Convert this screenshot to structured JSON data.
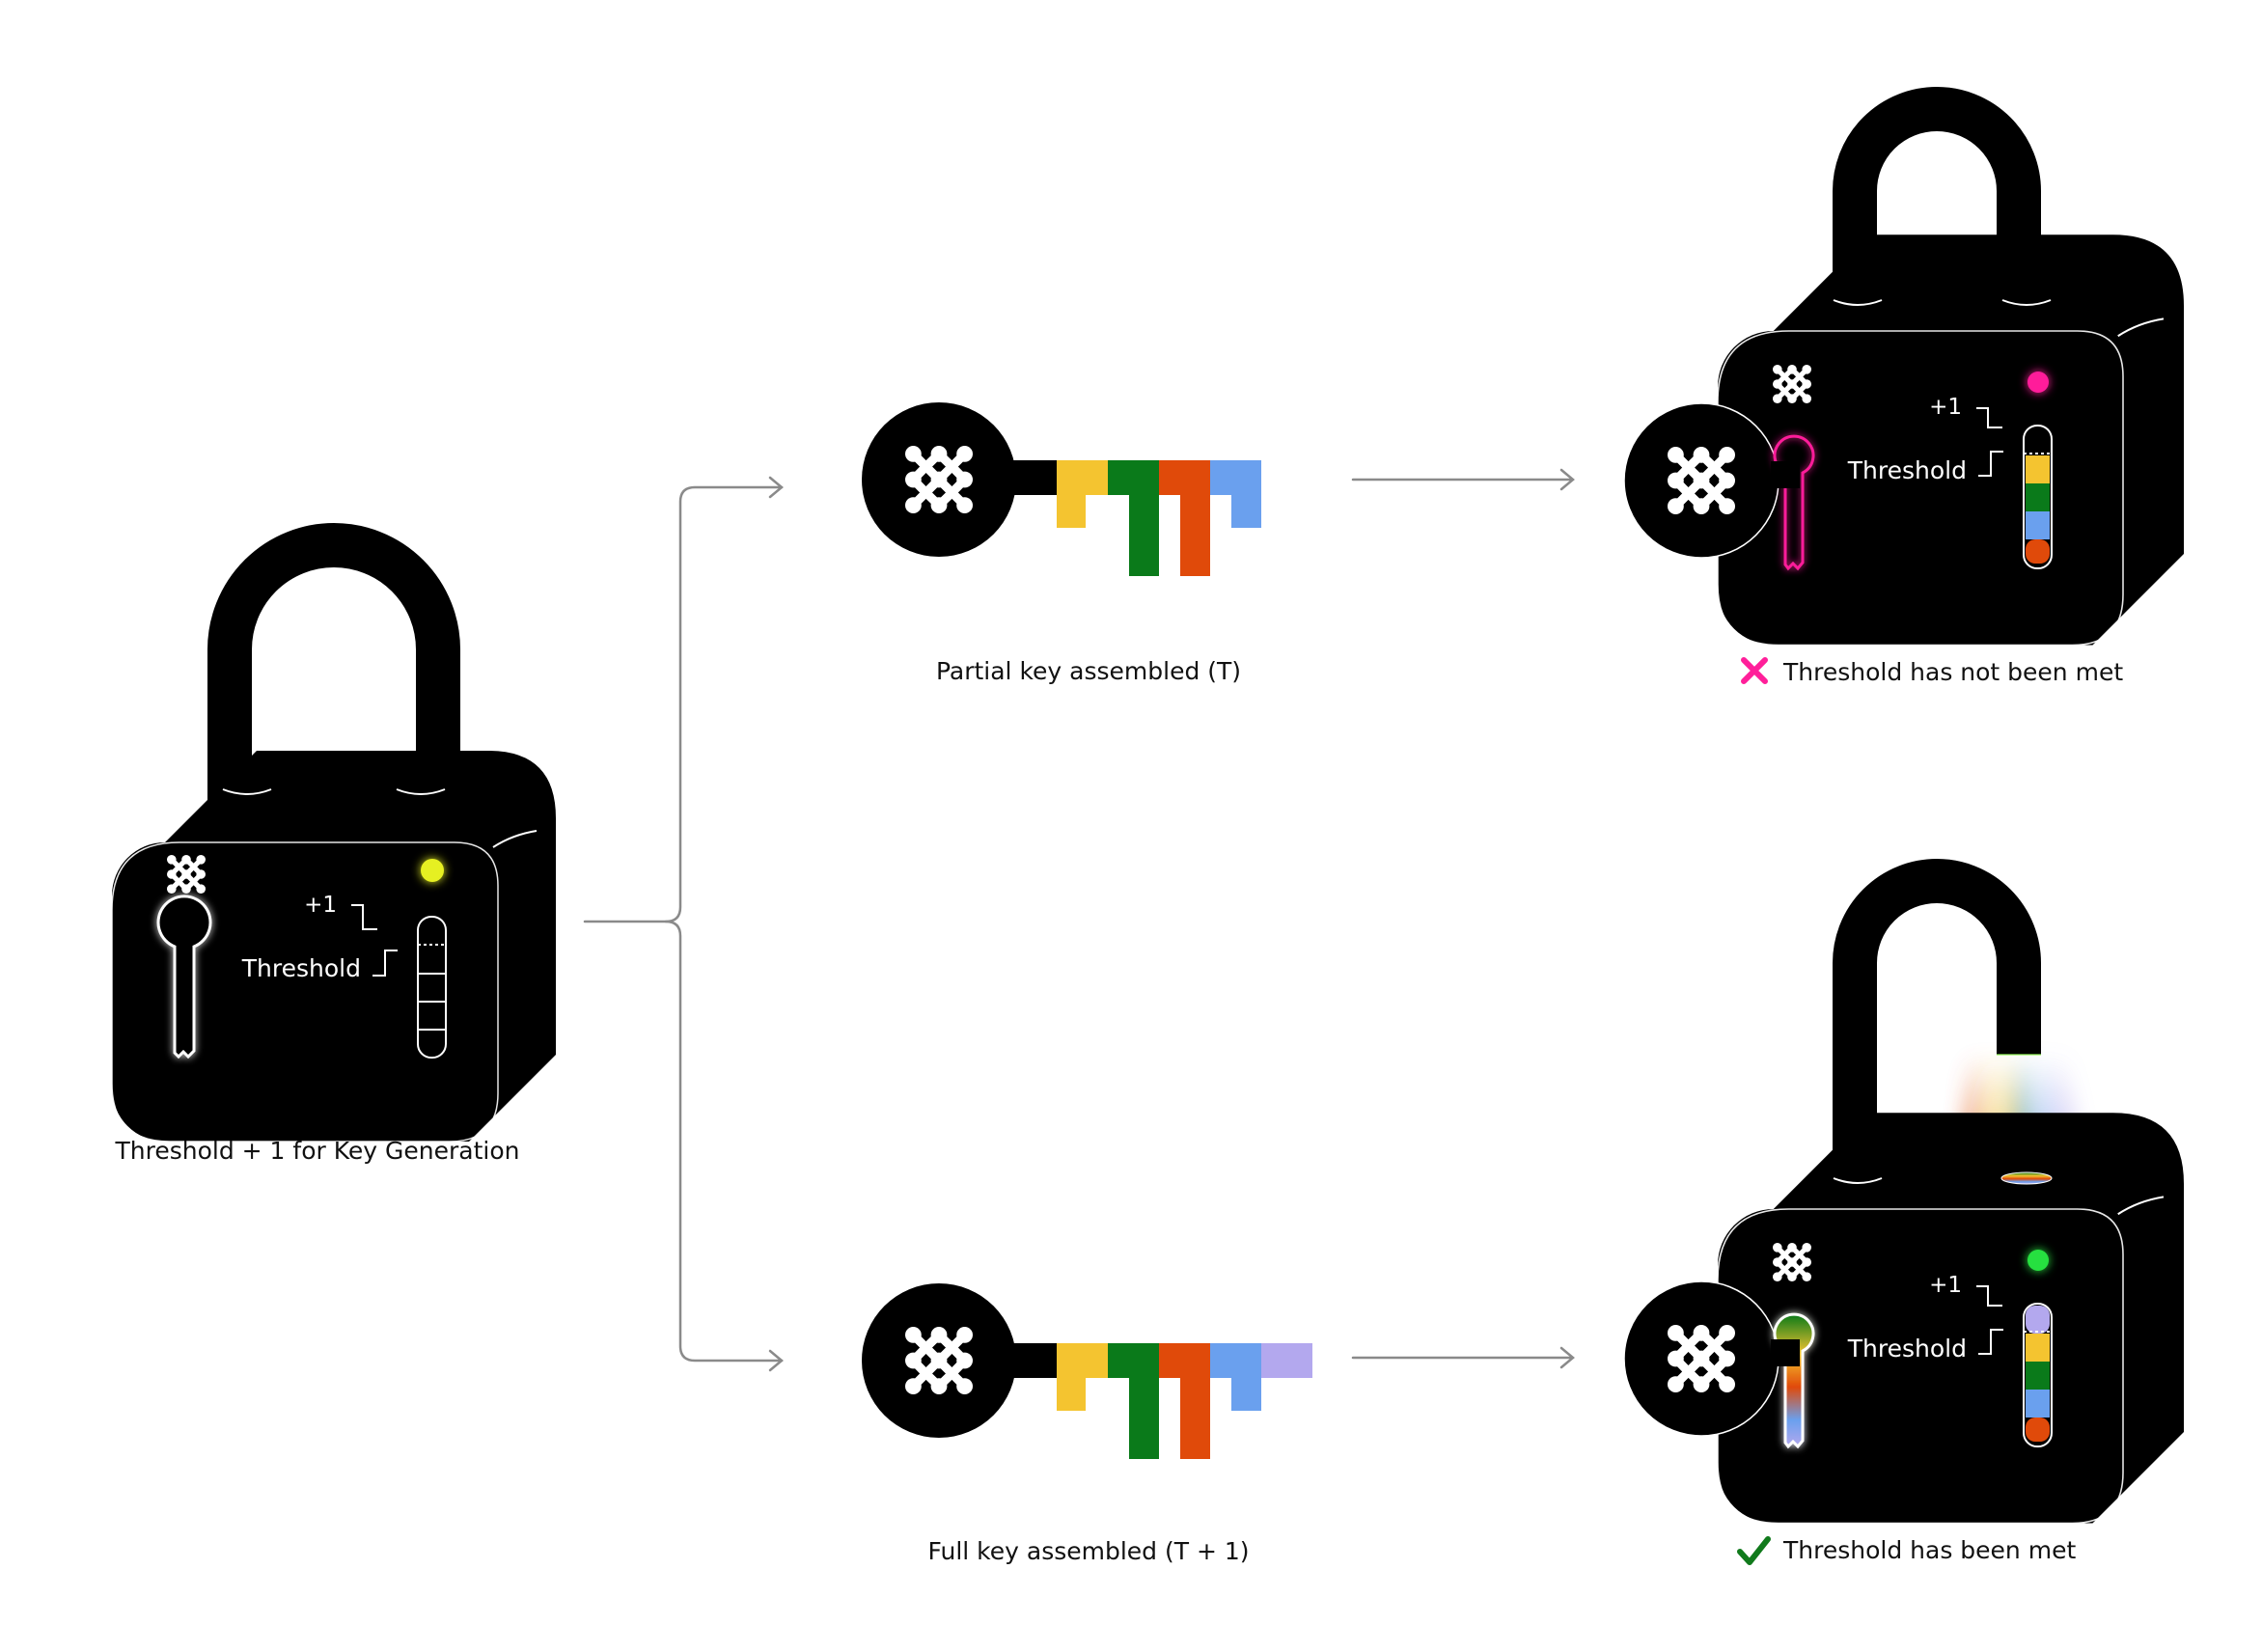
{
  "colors": {
    "background": "#ffffff",
    "lock_body": "#000000",
    "arrow": "#8a8a8a",
    "yellow": "#f4c430",
    "green": "#0a7a1a",
    "orange": "#e04a0a",
    "blue": "#6aa0ee",
    "lavender": "#b3a8ee",
    "led_idle": "#e6f020",
    "led_fail": "#ff1f9a",
    "led_success": "#28e040",
    "fail_mark": "#ff1f9a",
    "success_mark": "#117a1c"
  },
  "initial_lock": {
    "caption": "Threshold + 1 for Key Generation",
    "plus_one_label": "+1",
    "threshold_label": "Threshold",
    "led": "yellow",
    "icons": [
      "logo-icon",
      "keyhole-icon",
      "padlock-icon"
    ]
  },
  "partial_key": {
    "caption": "Partial key assembled (T)",
    "teeth": [
      "yellow",
      "green",
      "orange",
      "blue"
    ]
  },
  "full_key": {
    "caption": "Full key assembled (T + 1)",
    "teeth": [
      "yellow",
      "green",
      "orange",
      "blue",
      "lavender"
    ]
  },
  "locked_result": {
    "caption": "Threshold has not been met",
    "plus_one_label": "+1",
    "threshold_label": "Threshold",
    "status_icon": "cross-icon",
    "gauge": [
      "empty",
      "yellow",
      "green",
      "blue",
      "orange"
    ]
  },
  "unlocked_result": {
    "caption": "Threshold has been met",
    "plus_one_label": "+1",
    "threshold_label": "Threshold",
    "status_icon": "check-icon",
    "gauge": [
      "lavender",
      "yellow",
      "green",
      "blue",
      "orange"
    ]
  }
}
